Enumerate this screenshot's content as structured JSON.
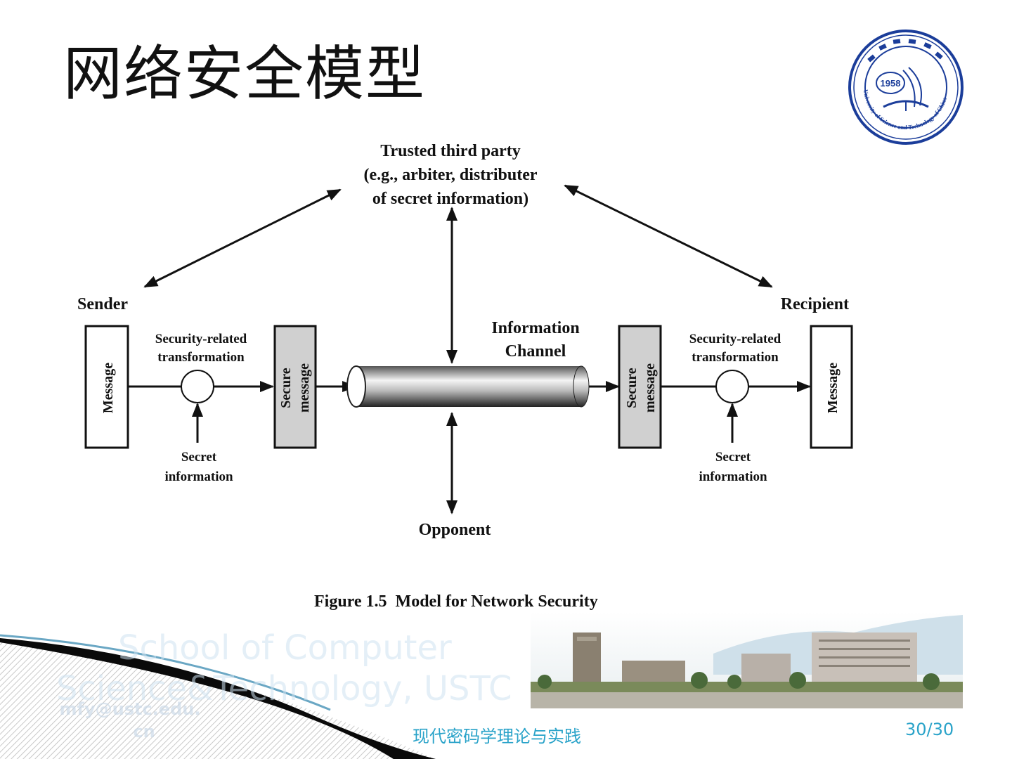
{
  "slide": {
    "title": "网络安全模型",
    "course_name": "现代密码学理论与实践",
    "page_number": "30/30",
    "school": {
      "line1": "School of Computer",
      "line2": "Science&Technology, USTC"
    },
    "email": {
      "line1": "mfy@ustc.edu.",
      "line2": "cn"
    }
  },
  "logo": {
    "year": "1958",
    "ring_text": "University of Science and Technology of China"
  },
  "diagram": {
    "ttp": [
      "Trusted third party",
      "(e.g., arbiter, distributer",
      "of secret information)"
    ],
    "sender_label": "Sender",
    "recipient_label": "Recipient",
    "left_message": "Message",
    "right_message": "Message",
    "left_secure": [
      "Secure",
      "message"
    ],
    "right_secure": [
      "Secure",
      "message"
    ],
    "left_transform": [
      "Security-related",
      "transformation"
    ],
    "right_transform": [
      "Security-related",
      "transformation"
    ],
    "left_secret": [
      "Secret",
      "information"
    ],
    "right_secret": [
      "Secret",
      "information"
    ],
    "channel": [
      "Information",
      "Channel"
    ],
    "opponent": "Opponent",
    "caption": "Figure 1.5  Model for Network Security"
  },
  "colors": {
    "accent": "#2aa3c9",
    "logo_blue": "#1b3d9a",
    "box_gray": "#d0d0d0"
  }
}
